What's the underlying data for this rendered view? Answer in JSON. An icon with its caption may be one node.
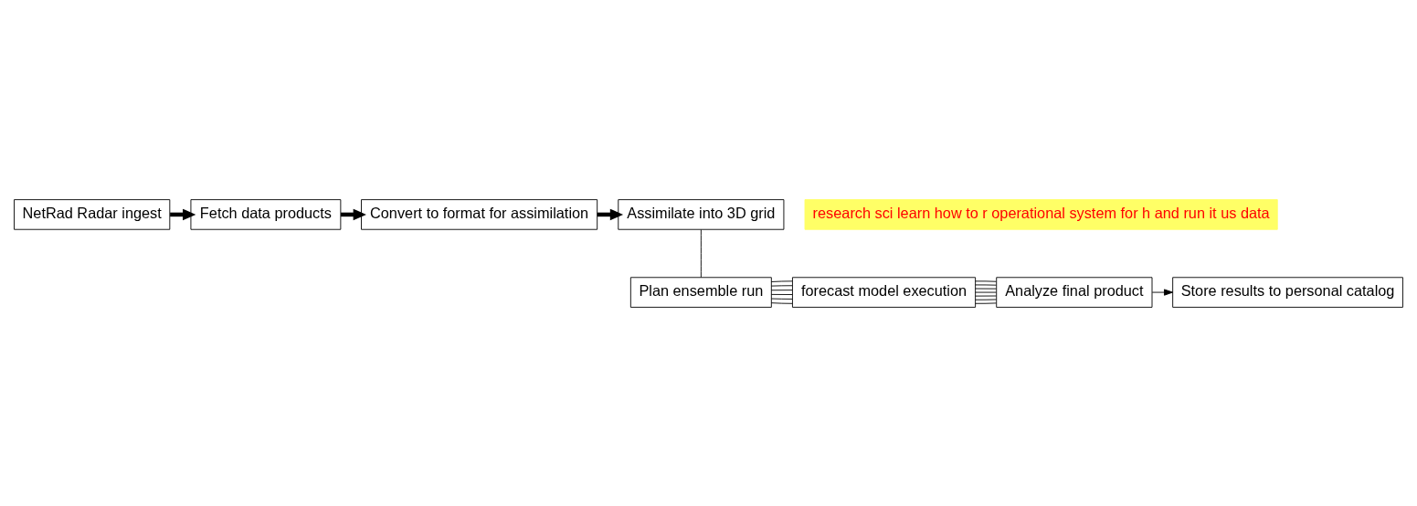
{
  "diagram": {
    "nodes": [
      {
        "text": [
          "NetRad Radar ingest"
        ]
      },
      {
        "text": [
          "Fetch data products"
        ]
      },
      {
        "text": [
          "Convert to format for assimilation"
        ]
      },
      {
        "text": [
          "Assimilate into 3D grid"
        ]
      },
      {
        "text": [
          "Plan ensemble run"
        ]
      },
      {
        "text": [
          "forecast model execution"
        ]
      },
      {
        "text": [
          "Analyze final product"
        ]
      },
      {
        "text": [
          "Store results to personal catalog"
        ]
      },
      {
        "text": [
          "research sci learn how to r operational system for h and run it us data"
        ]
      }
    ],
    "edges": [
      {
        "from": 0,
        "to": 1,
        "arrow": "to",
        "style": "thick"
      },
      {
        "from": 1,
        "to": 2,
        "arrow": "to",
        "style": "thick"
      },
      {
        "from": 2,
        "to": 3,
        "arrow": "to",
        "style": "thick"
      },
      {
        "from": 3,
        "to": 4,
        "arrow": "none"
      },
      {
        "from": 4,
        "to": 5,
        "arrow": "none"
      },
      {
        "from": 4,
        "to": 5,
        "arrow": "none"
      },
      {
        "from": 4,
        "to": 5,
        "arrow": "none"
      },
      {
        "from": 4,
        "to": 5,
        "arrow": "none"
      },
      {
        "from": 4,
        "to": 5,
        "arrow": "none"
      },
      {
        "from": 4,
        "to": 5,
        "arrow": "none"
      },
      {
        "from": 5,
        "to": 6,
        "arrow": "none"
      },
      {
        "from": 5,
        "to": 6,
        "arrow": "none"
      },
      {
        "from": 5,
        "to": 6,
        "arrow": "none"
      },
      {
        "from": 5,
        "to": 6,
        "arrow": "none"
      },
      {
        "from": 5,
        "to": 6,
        "arrow": "none"
      },
      {
        "from": 5,
        "to": 6,
        "arrow": "none"
      },
      {
        "from": 5,
        "to": 6,
        "arrow": "none"
      },
      {
        "from": 6,
        "to": 7,
        "arrow": "to"
      }
    ]
  }
}
